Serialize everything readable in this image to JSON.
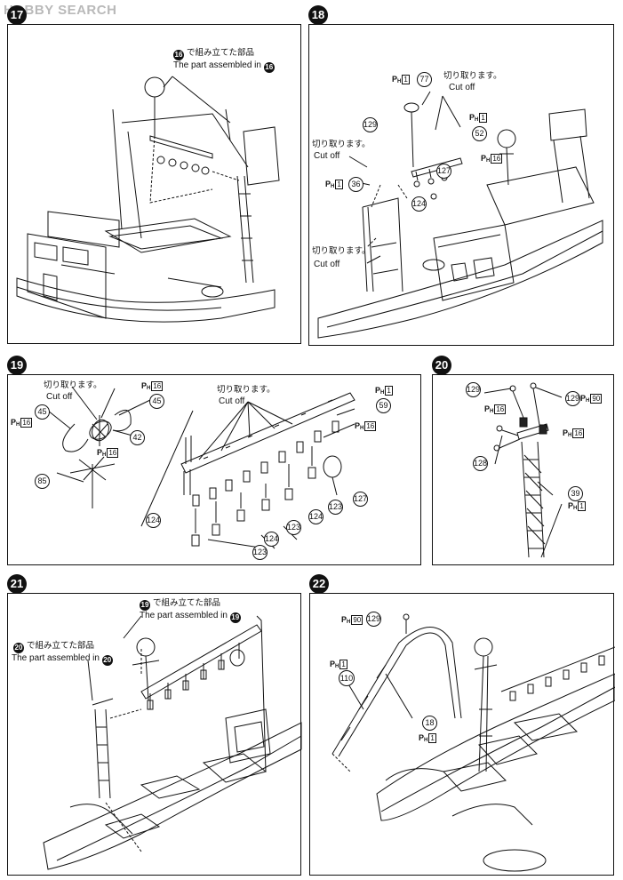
{
  "watermark": "HOBBY SEARCH",
  "text": {
    "cut_jp": "切り取ります。",
    "cut_en": "Cut off",
    "assembled_jp": "で組み立てた部品",
    "assembled_en": "The part assembled in"
  },
  "steps": {
    "s17": {
      "number": "17",
      "ref": "16"
    },
    "s18": {
      "number": "18",
      "parts": [
        "77",
        "129",
        "52",
        "36",
        "127",
        "124"
      ],
      "ph": [
        "1",
        "1",
        "16",
        "1"
      ]
    },
    "s19": {
      "number": "19",
      "parts": [
        "45",
        "45",
        "42",
        "85",
        "59",
        "127",
        "123",
        "124",
        "123",
        "124",
        "124",
        "123"
      ],
      "ph": [
        "16",
        "16",
        "16",
        "1",
        "16"
      ]
    },
    "s20": {
      "number": "20",
      "parts": [
        "129",
        "129",
        "128",
        "39"
      ],
      "ph": [
        "16",
        "90",
        "16",
        "1"
      ]
    },
    "s21": {
      "number": "21",
      "ref_a": "19",
      "ref_b": "20"
    },
    "s22": {
      "number": "22",
      "parts": [
        "129",
        "110",
        "18"
      ],
      "ph": [
        "90",
        "1",
        "1"
      ]
    }
  }
}
